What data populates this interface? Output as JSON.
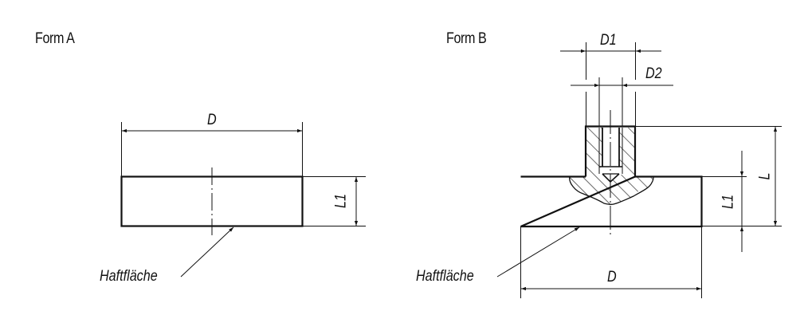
{
  "diagram": {
    "type": "technical-drawing",
    "line_color": "#111111",
    "background": "#ffffff"
  },
  "form_a": {
    "title": "Form A",
    "dimensions": {
      "diameter": "D",
      "height": "L1"
    },
    "annotation": "Haftfläche"
  },
  "form_b": {
    "title": "Form B",
    "dimensions": {
      "stud_diameter": "D1",
      "thread_diameter": "D2",
      "total_height": "L",
      "base_height": "L1",
      "diameter": "D"
    },
    "annotation": "Haftfläche"
  }
}
